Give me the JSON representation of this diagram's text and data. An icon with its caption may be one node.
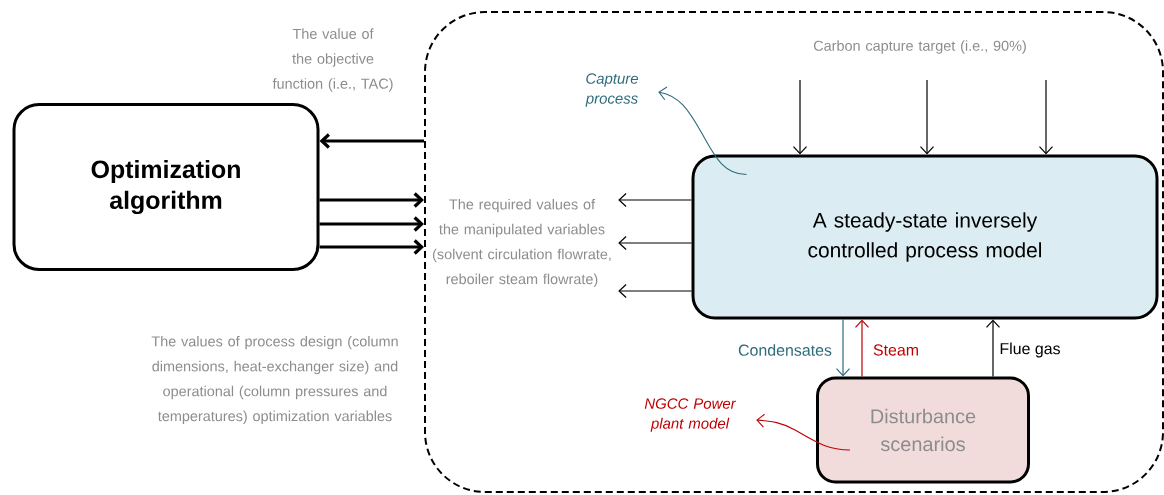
{
  "diagram": {
    "nodes": [
      {
        "text": [],
        "shape": "box"
      },
      {
        "text": [
          "Optimization algorithm"
        ]
      },
      {
        "text": [
          "A steady-state inversely controlled process model"
        ],
        "in": 0
      },
      {
        "text": [
          "Disturbance scenarios"
        ],
        "in": 0
      },
      {
        "text": [
          "Capture process"
        ],
        "in": 0
      },
      {
        "text": [
          "NGCC Power plant model"
        ],
        "in": 0
      },
      {
        "text": [
          "The required values of the manipulated variables (solvent circulation flowrate, reboiler steam flowrate)"
        ],
        "in": 0
      }
    ],
    "edges": [
      {
        "from": 0,
        "to": 1,
        "arrow": "to",
        "style": "thick"
      },
      {
        "from": 1,
        "to": 0,
        "arrow": "to",
        "style": "thick"
      },
      {
        "from": 1,
        "to": 0,
        "arrow": "to",
        "style": "thick"
      },
      {
        "from": 1,
        "to": 0,
        "arrow": "to",
        "style": "thick"
      },
      {
        "from": 2,
        "to": 6,
        "arrow": "to"
      },
      {
        "from": 2,
        "to": 6,
        "arrow": "to"
      },
      {
        "from": 2,
        "to": 6,
        "arrow": "to"
      },
      {
        "from": null,
        "to": 2,
        "arrow": "to"
      },
      {
        "from": null,
        "to": 2,
        "arrow": "to"
      },
      {
        "from": null,
        "to": 2,
        "arrow": "to"
      },
      {
        "from": 2,
        "to": 3,
        "arrow": "to",
        "label": "Condensates",
        "color": "#2e6b7a"
      },
      {
        "from": 3,
        "to": 2,
        "arrow": "to",
        "label": "Steam",
        "color": "#c00000"
      },
      {
        "from": 3,
        "to": 2,
        "arrow": "to",
        "label": "Flue gas"
      },
      {
        "from": 2,
        "to": 4,
        "arrow": "to",
        "color": "#2e6b7a"
      },
      {
        "from": 3,
        "to": 5,
        "arrow": "to",
        "color": "#c00000"
      }
    ],
    "labels": [
      "The value of the objective function (i.e., TAC)",
      "Carbon capture target (i.e., 90%)",
      "The values of process design (column dimensions, heat-exchanger size) and operational (column pressures and temperatures) optimization variables"
    ]
  }
}
